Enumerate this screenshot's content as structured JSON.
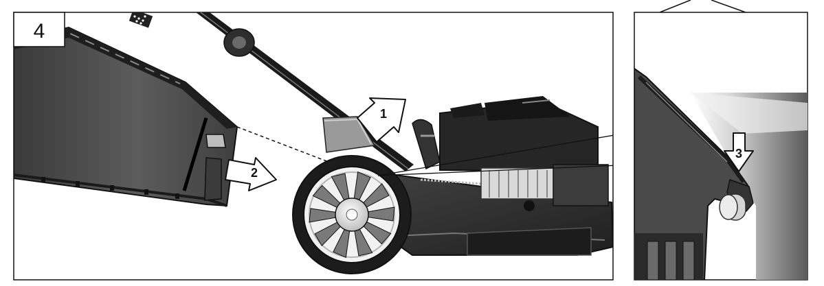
{
  "figure": {
    "step_number": "4",
    "callouts": {
      "one": "1",
      "two": "2",
      "three": "3"
    }
  },
  "colors": {
    "line": "#111111",
    "body_dark": "#2b2b2b",
    "body_mid": "#5a5a5a",
    "body_light": "#9a9a9a",
    "wheel_light": "#e2e2e2",
    "background": "#ffffff"
  }
}
